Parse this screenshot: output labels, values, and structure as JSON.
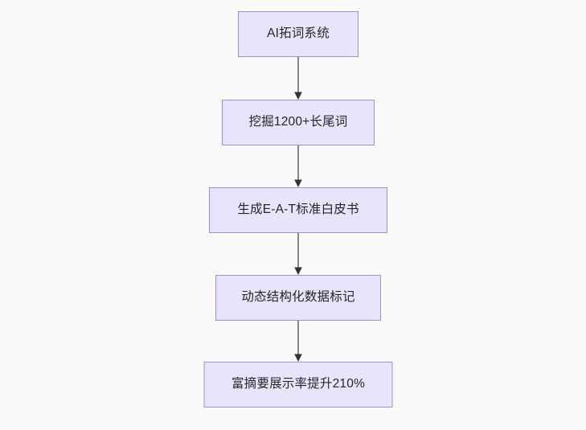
{
  "diagram": {
    "type": "flowchart",
    "direction": "top-to-bottom",
    "background_color": "#fafafa",
    "node_fill_color": "#e8e4fb",
    "node_border_color": "#a78bda",
    "node_text_color": "#262626",
    "edge_color": "#6b6b6b",
    "arrowhead_color": "#333333",
    "nodes": [
      {
        "id": "n1",
        "label": "AI拓词系统"
      },
      {
        "id": "n2",
        "label": "挖掘1200+长尾词"
      },
      {
        "id": "n3",
        "label": "生成E-A-T标准白皮书"
      },
      {
        "id": "n4",
        "label": "动态结构化数据标记"
      },
      {
        "id": "n5",
        "label": "富摘要展示率提升210%"
      }
    ],
    "edges": [
      {
        "from": "n1",
        "to": "n2",
        "label": ""
      },
      {
        "from": "n2",
        "to": "n3",
        "label": ""
      },
      {
        "from": "n3",
        "to": "n4",
        "label": ""
      },
      {
        "from": "n4",
        "to": "n5",
        "label": ""
      }
    ]
  }
}
